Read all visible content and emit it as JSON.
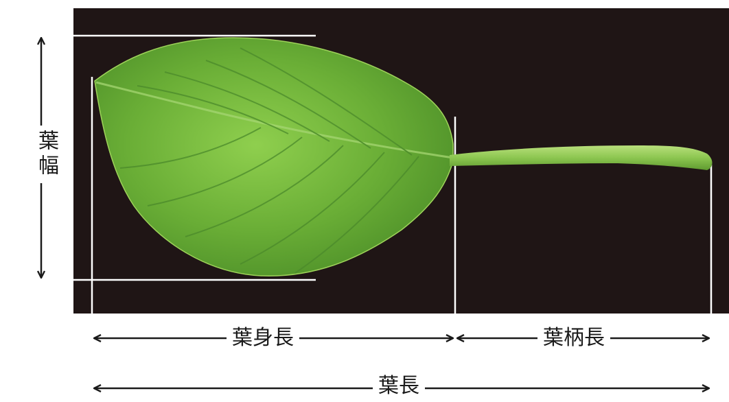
{
  "labels": {
    "leaf_width": "葉幅",
    "leaf_blade_length": "葉身長",
    "petiole_length": "葉柄長",
    "leaf_length": "葉長"
  },
  "colors": {
    "background": "#ffffff",
    "photo_background": "#1f1515",
    "leaf_light": "#9ed35a",
    "leaf_mid": "#6cb23a",
    "leaf_dark": "#3f7d22",
    "guide_line": "#ffffff",
    "arrow": "#1a1a1a"
  }
}
